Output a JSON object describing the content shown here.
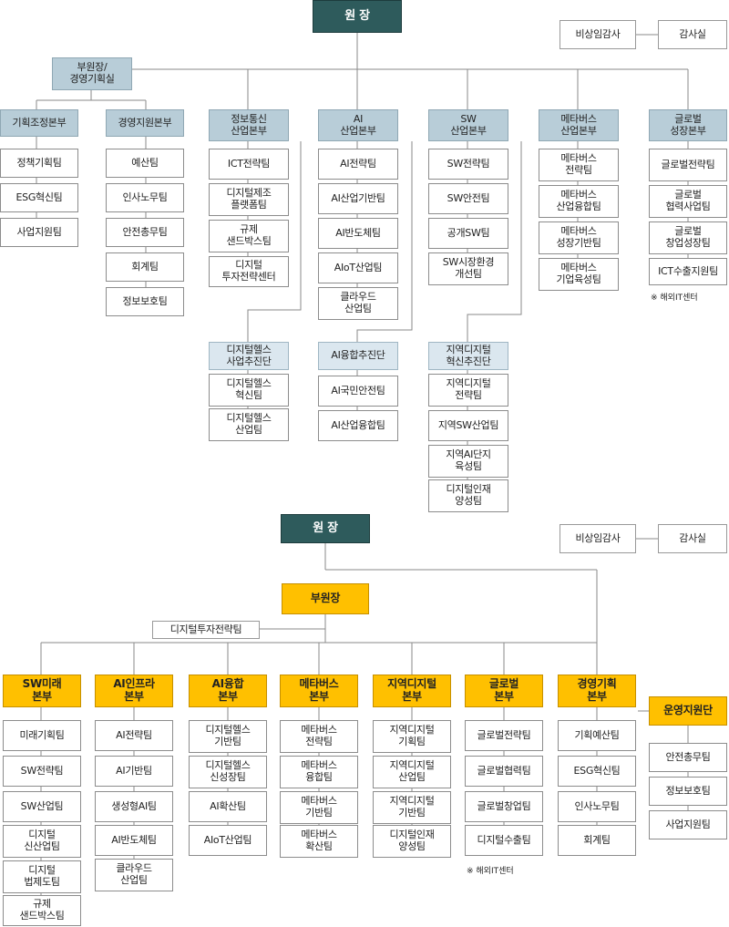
{
  "chart1": {
    "director": "원 장",
    "auditor_nonexec": "비상임감사",
    "audit_office": "감사실",
    "deputy": "부원장/\n경영기획실",
    "divisions": [
      {
        "title": "기획조정본부",
        "teams": [
          "정책기획팀",
          "ESG혁신팀",
          "사업지원팀"
        ]
      },
      {
        "title": "경영지원본부",
        "teams": [
          "예산팀",
          "인사노무팀",
          "안전총무팀",
          "회계팀",
          "정보보호팀"
        ]
      },
      {
        "title": "정보통신\n산업본부",
        "teams": [
          "ICT전략팀",
          "디지털제조\n플랫폼팀",
          "규제\n샌드박스팀",
          "디지털\n투자전략센터"
        ],
        "sub": {
          "title": "디지털헬스\n사업추진단",
          "teams": [
            "디지털헬스\n혁신팀",
            "디지털헬스\n산업팀"
          ]
        }
      },
      {
        "title": "AI\n산업본부",
        "teams": [
          "AI전략팀",
          "AI산업기반팀",
          "AI반도체팀",
          "AIoT산업팀",
          "클라우드\n산업팀"
        ],
        "sub": {
          "title": "AI융합추진단",
          "teams": [
            "AI국민안전팀",
            "AI산업융합팀"
          ]
        }
      },
      {
        "title": "SW\n산업본부",
        "teams": [
          "SW전략팀",
          "SW안전팀",
          "공개SW팀",
          "SW시장환경\n개선팀"
        ],
        "sub": {
          "title": "지역디지털\n혁신추진단",
          "teams": [
            "지역디지털\n전략팀",
            "지역SW산업팀",
            "지역AI단지\n육성팀",
            "디지털인재\n양성팀"
          ]
        }
      },
      {
        "title": "메타버스\n산업본부",
        "teams": [
          "메타버스\n전략팀",
          "메타버스\n산업융합팀",
          "메타버스\n성장기반팀",
          "메타버스\n기업육성팀"
        ]
      },
      {
        "title": "글로벌\n성장본부",
        "teams": [
          "글로벌전략팀",
          "글로벌\n협력사업팀",
          "글로벌\n창업성장팀",
          "ICT수출지원팀"
        ]
      }
    ],
    "note": "※ 해외IT센터"
  },
  "chart2": {
    "director": "원 장",
    "auditor_nonexec": "비상임감사",
    "audit_office": "감사실",
    "deputy": "부원장",
    "digital_investment": "디지털투자전략팀",
    "divisions": [
      {
        "title": "SW미래\n본부",
        "teams": [
          "미래기획팀",
          "SW전략팀",
          "SW산업팀",
          "디지털\n신산업팀",
          "디지털\n법제도팀",
          "규제\n샌드박스팀"
        ]
      },
      {
        "title": "AI인프라\n본부",
        "teams": [
          "AI전략팀",
          "AI기반팀",
          "생성형AI팀",
          "AI반도체팀",
          "클라우드\n산업팀"
        ]
      },
      {
        "title": "AI융합\n본부",
        "teams": [
          "디지털헬스\n기반팀",
          "디지털헬스\n신성장팀",
          "AI확산팀",
          "AIoT산업팀"
        ]
      },
      {
        "title": "메타버스\n본부",
        "teams": [
          "메타버스\n전략팀",
          "메타버스\n융합팀",
          "메타버스\n기반팀",
          "메타버스\n확산팀"
        ]
      },
      {
        "title": "지역디지털\n본부",
        "teams": [
          "지역디지털\n기획팀",
          "지역디지털\n산업팀",
          "지역디지털\n기반팀",
          "디지털인재\n양성팀"
        ]
      },
      {
        "title": "글로벌\n본부",
        "teams": [
          "글로벌전략팀",
          "글로벌협력팀",
          "글로벌창업팀",
          "디지털수출팀"
        ]
      },
      {
        "title": "경영기획\n본부",
        "teams": [
          "기획예산팀",
          "ESG혁신팀",
          "인사노무팀",
          "회계팀"
        ]
      }
    ],
    "support": {
      "title": "운영지원단",
      "teams": [
        "안전총무팀",
        "정보보호팀",
        "사업지원팀"
      ]
    },
    "note": "※ 해외IT센터"
  }
}
